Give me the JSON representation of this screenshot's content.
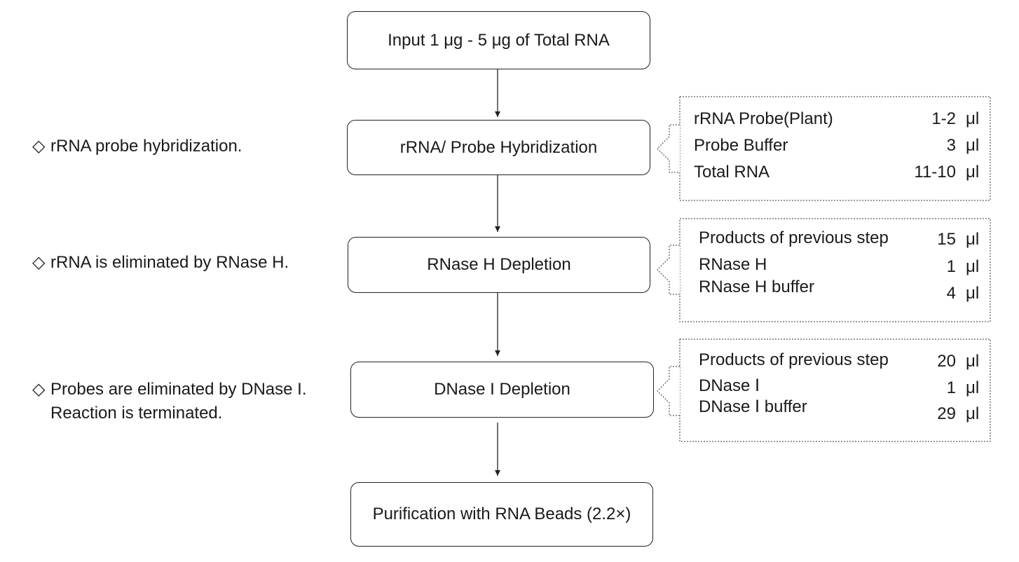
{
  "steps": [
    {
      "label": "Input 1 μg - 5 μg of Total RNA"
    },
    {
      "label": "rRNA/ Probe Hybridization"
    },
    {
      "label": "RNase H Depletion"
    },
    {
      "label": "DNase I Depletion"
    },
    {
      "label": "Purification with RNA Beads (2.2×)"
    }
  ],
  "notes": {
    "hybridization": "rRNA probe hybridization.",
    "rnase": "rRNA is eliminated by RNase H.",
    "dnase_line1": "Probes are eliminated by DNase I.",
    "dnase_line2": "Reaction is terminated.",
    "marker": "◇"
  },
  "panels": [
    {
      "rows": [
        {
          "label": "rRNA Probe(Plant)",
          "amount": "1-2",
          "unit": "μl"
        },
        {
          "label": "Probe Buffer",
          "amount": "3",
          "unit": "μl"
        },
        {
          "label": "Total RNA",
          "amount": "11-10",
          "unit": "μl"
        }
      ]
    },
    {
      "rows": [
        {
          "label": "Products of previous step",
          "amount": "15",
          "unit": "μl"
        },
        {
          "label": "RNase H",
          "amount": "1",
          "unit": "μl"
        },
        {
          "label": "RNase H buffer",
          "amount": "4",
          "unit": "μl"
        }
      ]
    },
    {
      "rows": [
        {
          "label": "Products of previous step",
          "amount": "20",
          "unit": "μl"
        },
        {
          "label": "DNase Ⅰ",
          "amount": "1",
          "unit": "μl"
        },
        {
          "label": "DNase Ⅰ buffer",
          "amount": "29",
          "unit": "μl"
        }
      ]
    }
  ]
}
